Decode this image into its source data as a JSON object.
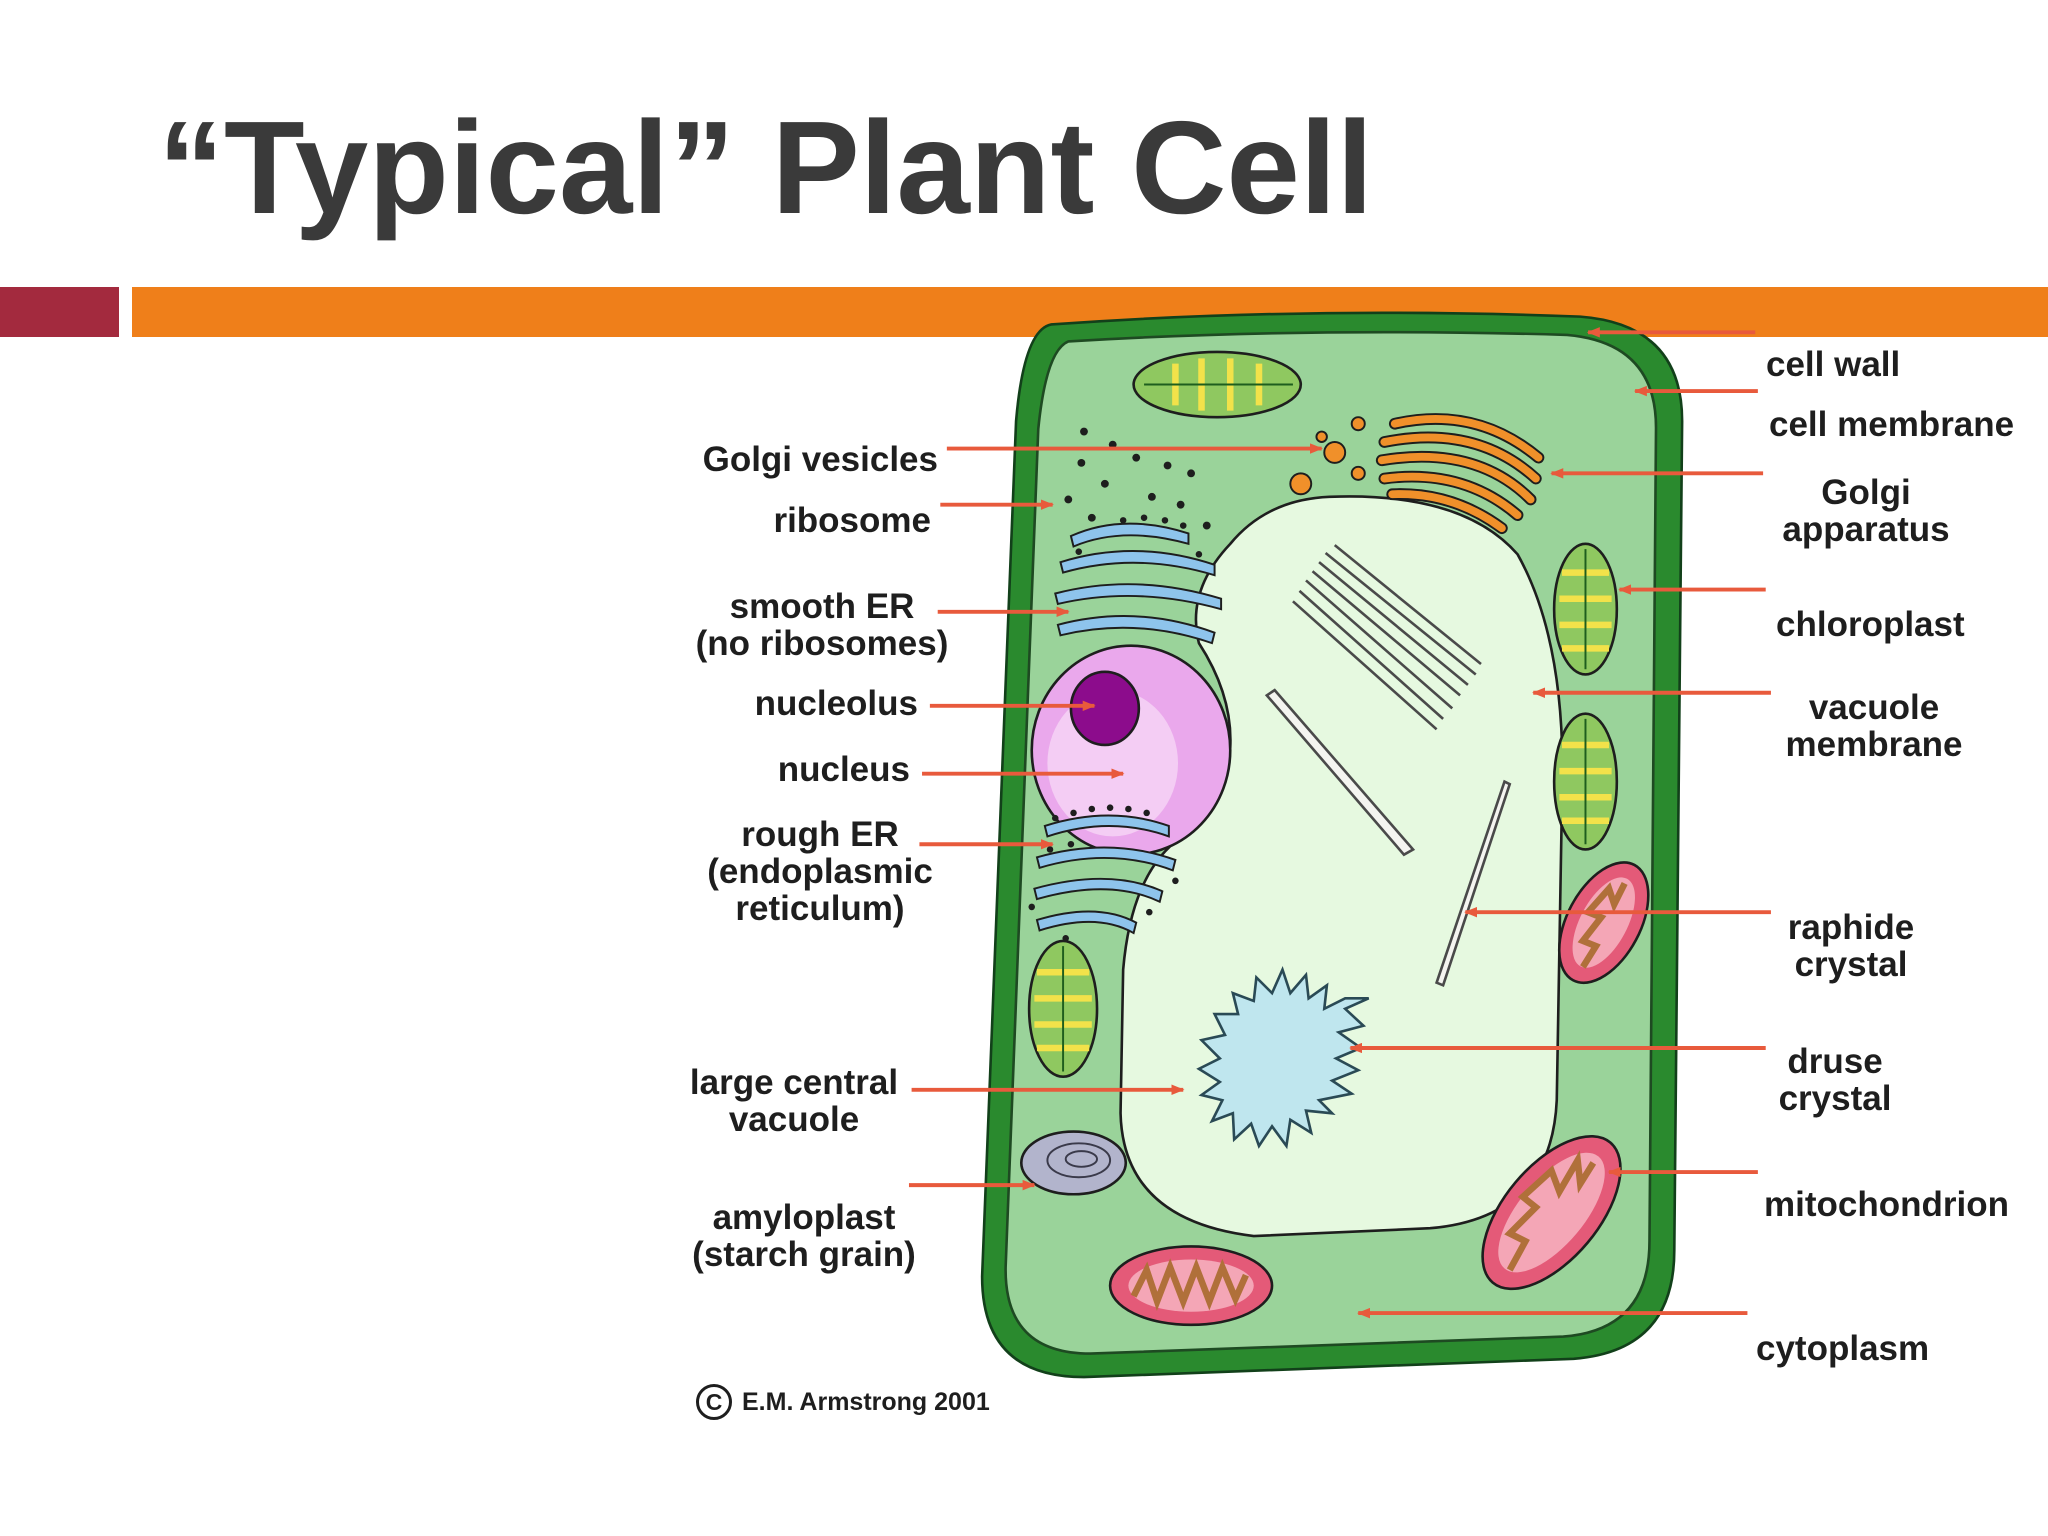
{
  "slide": {
    "title": "“Typical” Plant Cell"
  },
  "colors": {
    "title": "#3a3a3a",
    "bar_accent": "#a32a3e",
    "bar_main": "#ef7f1a",
    "cell_wall": "#2a8a2e",
    "cytoplasm": "#9ad39a",
    "vacuole": "#e6f9e0",
    "arrow": "#e85a3c",
    "golgi": "#f0902a",
    "er": "#8ec4ec",
    "nucleus": "#eaa8ec",
    "nucleolus": "#8c0c8c",
    "chloroplast": "#8fc860",
    "mitochondrion": "#e45a78",
    "amyloplast": "#b2b4cc",
    "druse": "#bfe6ee"
  },
  "diagram": {
    "labels": {
      "golgi_vesicles": "Golgi vesicles",
      "ribosome": "ribosome",
      "smooth_er": [
        "smooth ER",
        "(no ribosomes)"
      ],
      "nucleolus": "nucleolus",
      "nucleus": "nucleus",
      "rough_er": [
        "rough ER",
        "(endoplasmic",
        "reticulum)"
      ],
      "large_central_vacuole": [
        "large central",
        "vacuole"
      ],
      "amyloplast": [
        "amyloplast",
        "(starch grain)"
      ],
      "cell_wall": "cell wall",
      "cell_membrane": "cell membrane",
      "golgi_apparatus": [
        "Golgi",
        "apparatus"
      ],
      "chloroplast": "chloroplast",
      "vacuole_membrane": [
        "vacuole",
        "membrane"
      ],
      "raphide_crystal": [
        "raphide",
        "crystal"
      ],
      "druse_crystal": [
        "druse",
        "crystal"
      ],
      "mitochondrion": "mitochondrion",
      "cytoplasm": "cytoplasm"
    },
    "copyright_symbol": "C",
    "copyright": "E.M. Armstrong 2001"
  }
}
